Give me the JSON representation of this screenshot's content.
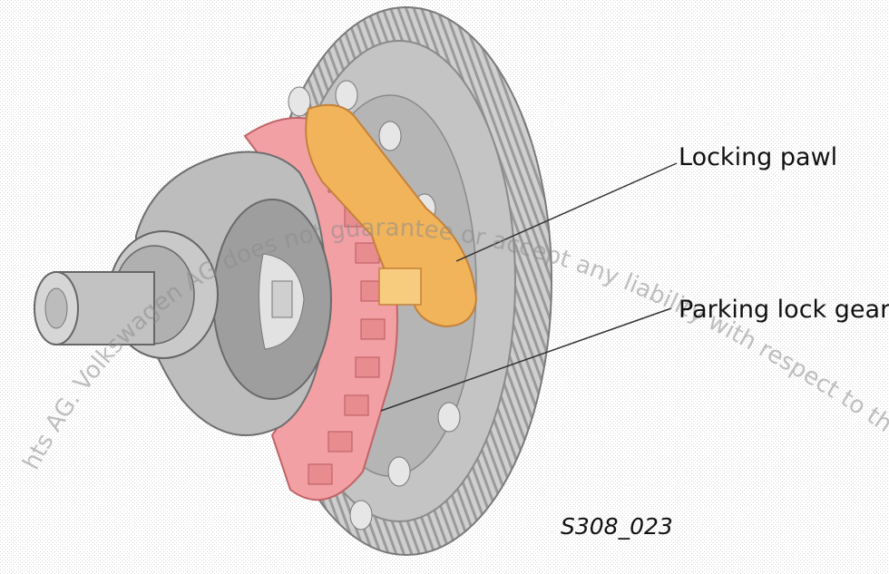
{
  "callouts": {
    "locking_pawl": "Locking pawl",
    "parking_lock_gear": "Parking lock gear"
  },
  "figure_code": "S308_023",
  "watermark_text": "hts AG. Volkswagen AG does not guarantee or accept any liability with respect to the correctness of information in this document. Copyright by Volkswagen AG. Protected by copyright. Copying for private or commercial purposes, in part or in whole, is not permitted unless authorised by Volkswagen AG.",
  "colors": {
    "housing_gray": "#bdbdbd",
    "ring_gear_gray": "#c8c8c8",
    "parking_lock_gear_pink": "#f2a0a4",
    "locking_pawl_orange": "#f2b45a",
    "leader_line": "#333333"
  }
}
